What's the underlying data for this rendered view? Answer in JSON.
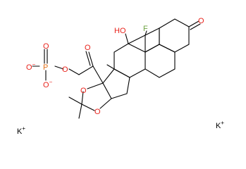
{
  "molecule": {
    "atoms": {
      "fluorine": "F",
      "hydroxyl": "HO",
      "ketone_ring_oxygen": "O",
      "ketone_chain_oxygen": "O",
      "ester_oxygen": "O",
      "phosphorus": "P",
      "phosphate_double_oxygen": "O",
      "phosphate_oxide_left": "O",
      "phosphate_oxide_left_charge": "−",
      "phosphate_oxide_bottom": "O",
      "phosphate_oxide_bottom_charge": "−",
      "acetal_oxygen_upper": "O",
      "acetal_oxygen_lower": "O"
    },
    "counterions": {
      "left": "K",
      "left_charge": "+",
      "right": "K",
      "right_charge": "+"
    },
    "colors": {
      "oxygen": "#e8231c",
      "phosphorus": "#e0701a",
      "fluorine": "#6fa342",
      "bonds": "#000000",
      "counterion": "#000000"
    }
  }
}
